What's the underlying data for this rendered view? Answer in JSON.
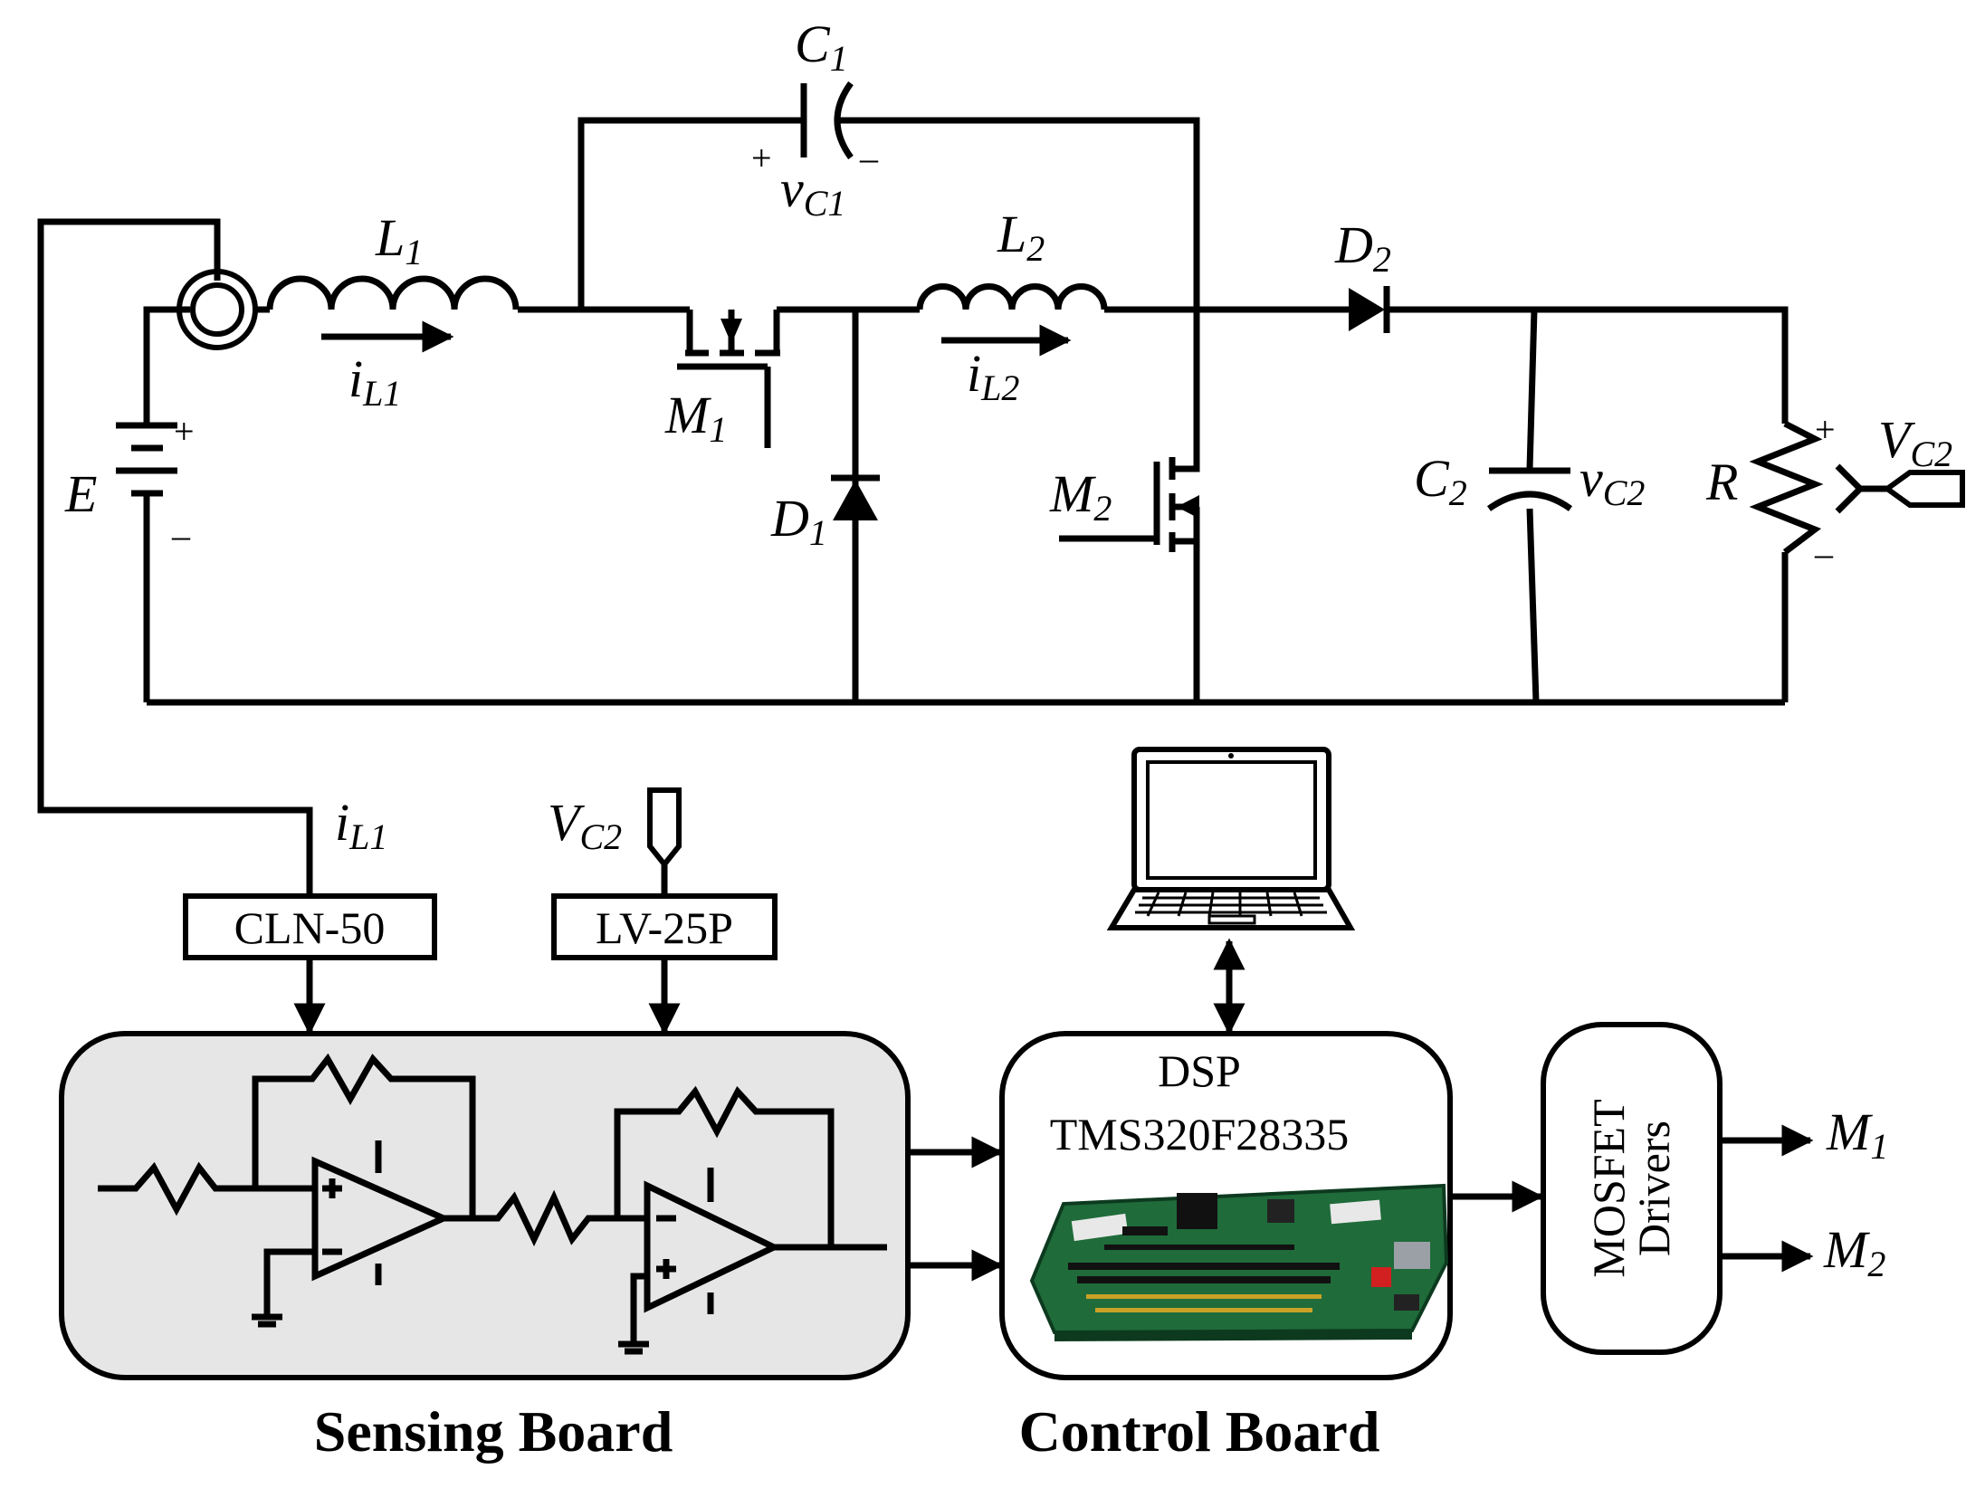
{
  "power_stage": {
    "source": {
      "label": "E",
      "plus": "+",
      "minus": "–"
    },
    "inductor_1": {
      "label": "L",
      "sub": "1",
      "current": "i",
      "current_sub": "L1"
    },
    "capacitor_1": {
      "label": "C",
      "sub": "1",
      "voltage": "v",
      "voltage_sub": "C1",
      "plus": "+",
      "minus": "–"
    },
    "switch_1": {
      "label": "M",
      "sub": "1"
    },
    "diode_1": {
      "label": "D",
      "sub": "1"
    },
    "inductor_2": {
      "label": "L",
      "sub": "2",
      "current": "i",
      "current_sub": "L2"
    },
    "switch_2": {
      "label": "M",
      "sub": "2"
    },
    "diode_2": {
      "label": "D",
      "sub": "2"
    },
    "capacitor_2": {
      "label": "C",
      "sub": "2",
      "voltage": "v",
      "voltage_sub": "C2"
    },
    "load": {
      "label": "R",
      "plus": "+",
      "minus": "–"
    },
    "output_probe": {
      "label": "V",
      "sub": "C2"
    }
  },
  "sensing": {
    "current_signal": {
      "label": "i",
      "sub": "L1"
    },
    "voltage_signal": {
      "label": "V",
      "sub": "C2"
    },
    "current_sensor": "CLN-50",
    "voltage_sensor": "LV-25P",
    "board_title": "Sensing Board"
  },
  "control": {
    "dsp_line1": "DSP",
    "dsp_line2": "TMS320F28335",
    "board_title": "Control Board"
  },
  "drivers": {
    "line1": "MOSFET",
    "line2": "Drivers",
    "out1": {
      "label": "M",
      "sub": "1"
    },
    "out2": {
      "label": "M",
      "sub": "2"
    }
  }
}
